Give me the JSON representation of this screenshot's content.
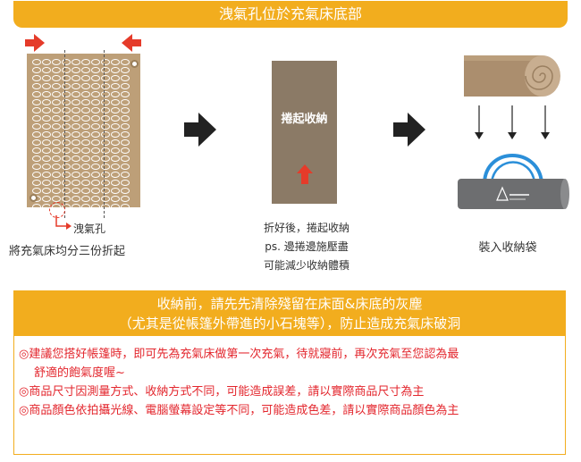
{
  "header": {
    "title": "洩氣孔位於充氣床底部"
  },
  "steps": {
    "step1": {
      "valve_label": "洩氣孔",
      "caption": "將充氣床均分三份折起"
    },
    "step2": {
      "panel_label": "捲起收納",
      "caption_lines": [
        "折好後，捲起收納",
        "ps. 邊捲邊施壓盡",
        "可能減少收納體積"
      ]
    },
    "step3": {
      "caption": "裝入收納袋"
    }
  },
  "info": {
    "banner_lines": [
      "收納前，請先先清除殘留在床面&床底的灰塵",
      "（尤其是從帳篷外帶進的小石塊等），防止造成充氣床破洞"
    ],
    "notes": [
      {
        "line1": "◎建議您搭好帳篷時，即可先為充氣床做第一次充氣，待就寢前，再次充氣至您認為最",
        "line2": "舒適的飽氣度喔~"
      },
      {
        "line1": "◎商品尺寸因測量方式、收納方式不同，可能造成誤差，請以實際商品尺寸為主"
      },
      {
        "line1": "◎商品顏色依拍攝光線、電腦螢幕設定等不同，可能造成色差，請以實際商品顏色為主"
      }
    ]
  },
  "colors": {
    "accent": "#f2ad1e",
    "mattress": "#bd9f78",
    "rolled": "#8b7a66",
    "note_red": "#e3262d",
    "arrow_red": "#e53b2a"
  }
}
